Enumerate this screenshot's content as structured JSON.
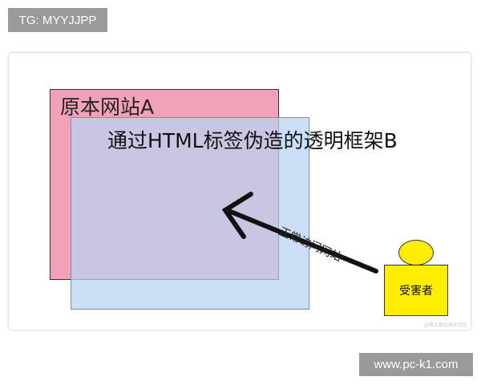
{
  "top_badge": {
    "text": "TG: MYYJJPP"
  },
  "diagram": {
    "frame_a_label": "原本网站A",
    "frame_b_label": "通过HTML标签伪造的透明框架B",
    "arrow_label": "正常访问网站",
    "victim_label": "受害者",
    "watermark": "@稀土掘金技术社区",
    "colors": {
      "frame_a_fill": "#f2a2b8",
      "frame_b_fill": "#b7d4f4",
      "victim_fill": "#ffee00",
      "arrow": "#111111"
    },
    "icons": [
      "arrow-icon",
      "victim-head-icon"
    ]
  },
  "bottom_badge": {
    "text": "www.pc-k1.com"
  }
}
